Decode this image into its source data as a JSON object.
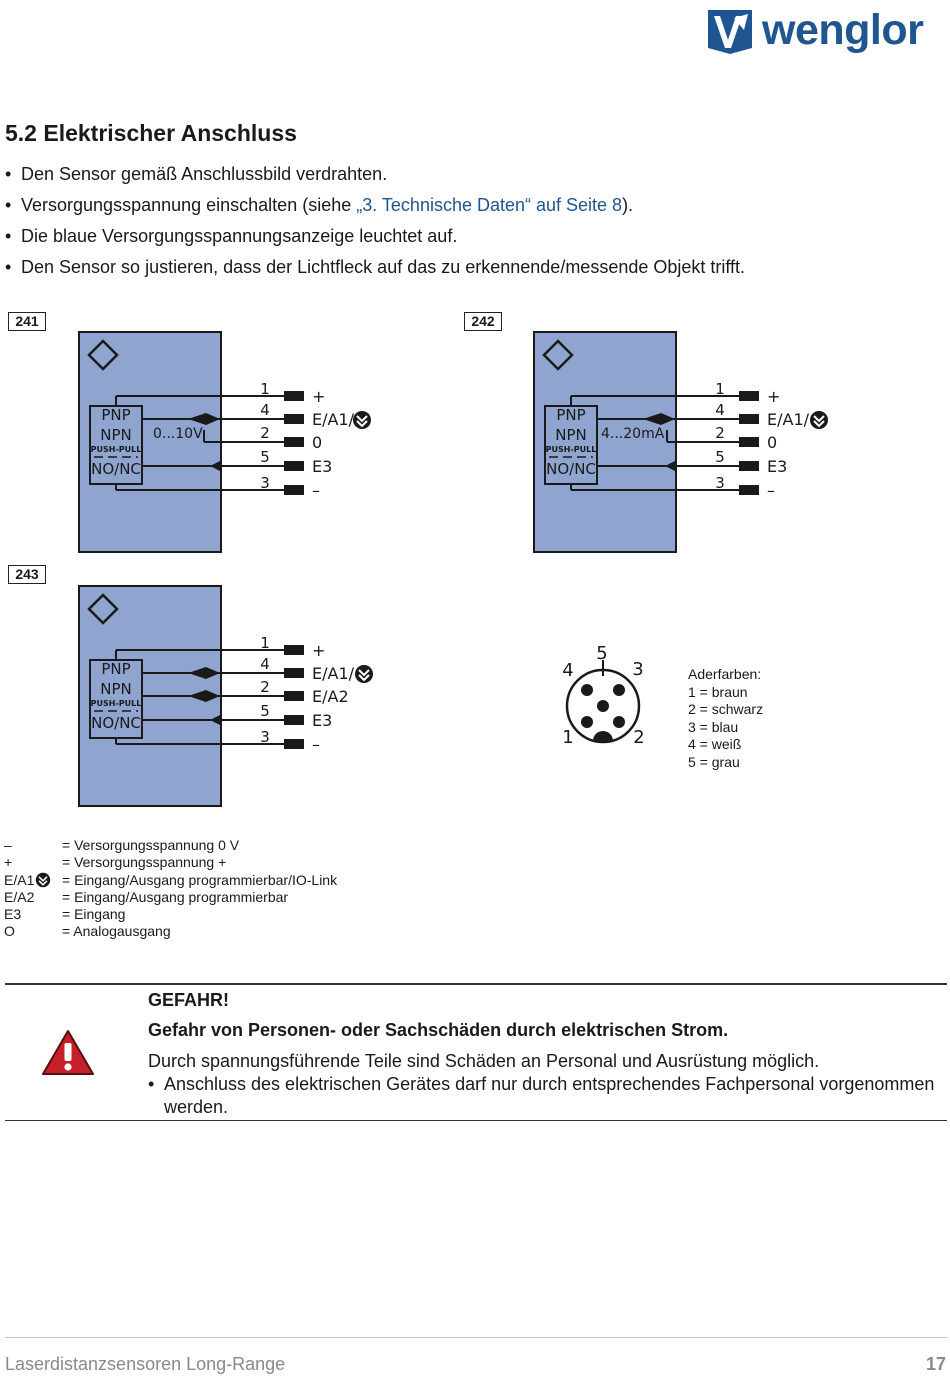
{
  "brand": {
    "name": "wenglor",
    "color": "#1f5590"
  },
  "section": {
    "title": "5.2 Elektrischer Anschluss",
    "steps": [
      {
        "text": "Den Sensor gemäß Anschlussbild verdrahten."
      },
      {
        "text_before": "Versorgungsspannung einschalten (siehe ",
        "link": "„3. Technische Daten“ auf Seite 8",
        "text_after": ")."
      },
      {
        "text": "Die blaue Versorgungsspannungsanzeige leuchtet auf."
      },
      {
        "text": "Den Sensor so justieren, dass der Lichtfleck auf das zu erkennende/messende Objekt trifft."
      }
    ]
  },
  "diagrams": [
    {
      "id": "241",
      "box_labels": [
        "PNP",
        "NPN",
        "PUSH-PULL",
        "NO/NC"
      ],
      "signal_label": "0...10V",
      "pins": [
        "1",
        "4",
        "2",
        "5",
        "3"
      ],
      "terminals": [
        "+",
        "E/A1/",
        "0",
        "E3",
        "–"
      ]
    },
    {
      "id": "242",
      "box_labels": [
        "PNP",
        "NPN",
        "PUSH-PULL",
        "NO/NC"
      ],
      "signal_label": "4...20mA",
      "pins": [
        "1",
        "4",
        "2",
        "5",
        "3"
      ],
      "terminals": [
        "+",
        "E/A1/",
        "0",
        "E3",
        "–"
      ]
    },
    {
      "id": "243",
      "box_labels": [
        "PNP",
        "NPN",
        "PUSH-PULL",
        "NO/NC"
      ],
      "signal_label": "",
      "pins": [
        "1",
        "4",
        "2",
        "5",
        "3"
      ],
      "terminals": [
        "+",
        "E/A1/",
        "E/A2",
        "E3",
        "–"
      ]
    }
  ],
  "connector": {
    "pin_labels": [
      "5",
      "4",
      "3",
      "1",
      "2"
    ],
    "title": "Aderfarben:",
    "colors": [
      "1 = braun",
      "2 = schwarz",
      "3 = blau",
      "4 = weiß",
      "5 = grau"
    ]
  },
  "legend": [
    {
      "symbol": "–",
      "meaning": "= Versorgungsspannung 0 V"
    },
    {
      "symbol": "+",
      "meaning": "= Versorgungsspannung +"
    },
    {
      "symbol": "E/A1",
      "meaning": "= Eingang/Ausgang programmierbar/IO-Link"
    },
    {
      "symbol": "E/A2",
      "meaning": "= Eingang/Ausgang programmierbar"
    },
    {
      "symbol": "E3",
      "meaning": "= Eingang"
    },
    {
      "symbol": "O",
      "meaning": "= Analogausgang"
    }
  ],
  "warning": {
    "heading": "GEFAHR!",
    "subheading": "Gefahr von Personen- oder Sachschäden durch elektrischen Strom.",
    "body": "Durch spannungsführende Teile sind Schäden an Personal und Ausrüstung möglich.",
    "bullet": "Anschluss des elektrischen Gerätes darf nur durch entsprechendes Fachpersonal vorgenommen werden.",
    "icon": "warning-triangle-icon",
    "icon_color": "#c8202a"
  },
  "colors": {
    "sensor_fill": "#8fa5cf"
  },
  "footer": {
    "title": "Laserdistanzsensoren Long-Range",
    "page": "17"
  }
}
